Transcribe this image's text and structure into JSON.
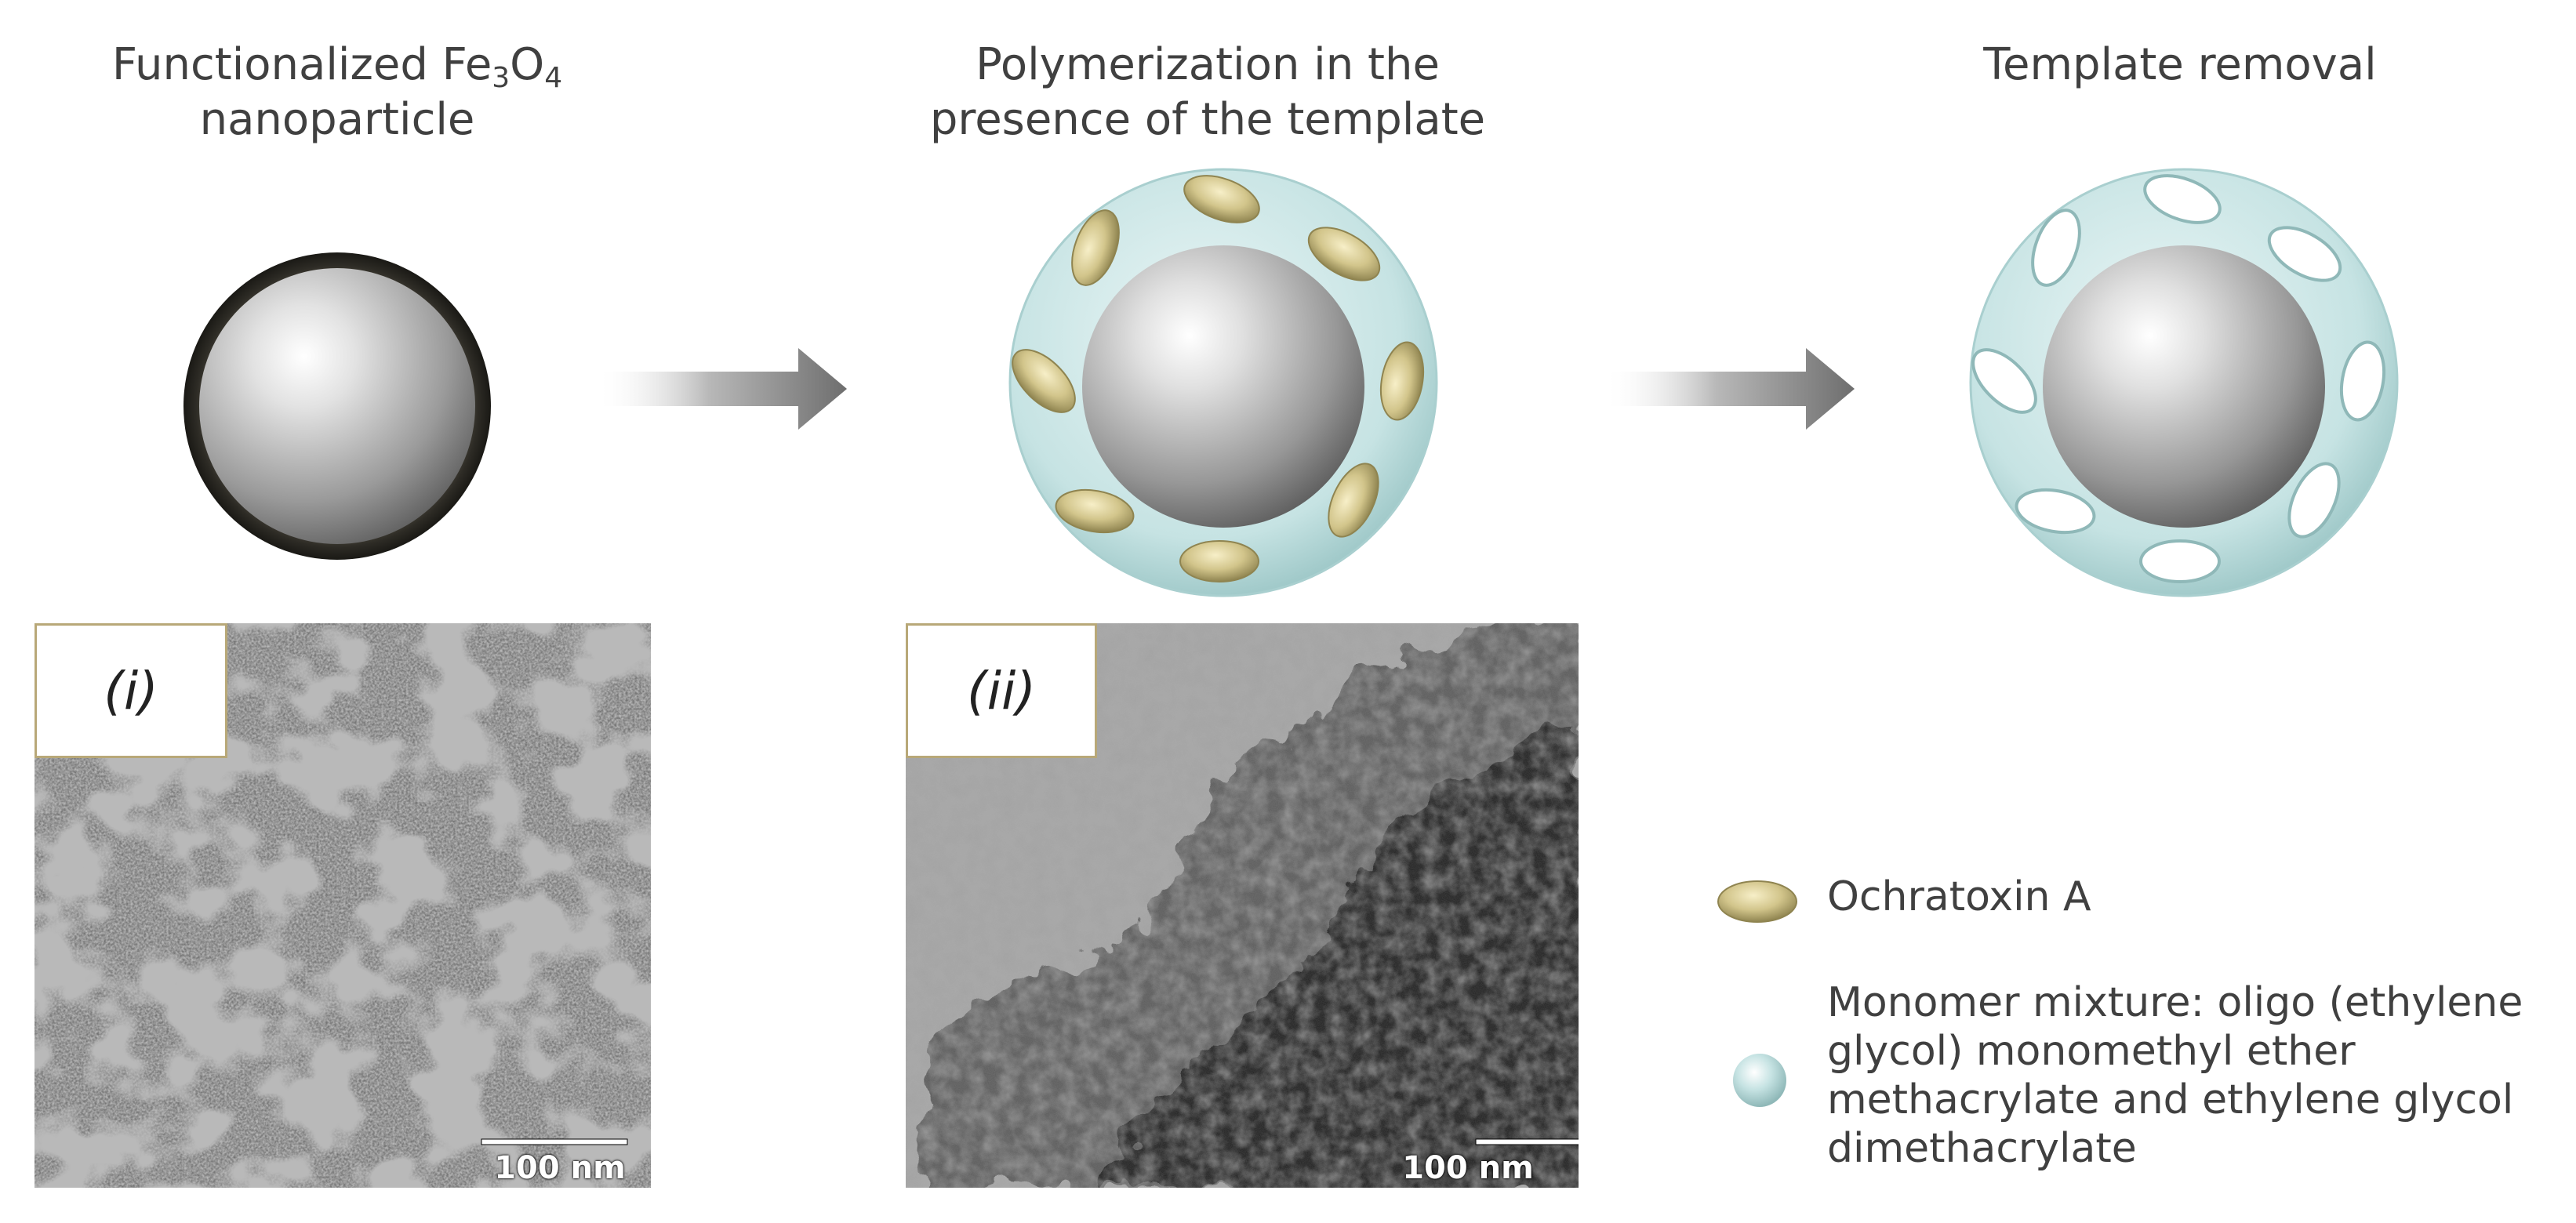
{
  "steps": {
    "step1": {
      "title_main": "Functionalized Fe",
      "sub1": "3",
      "o": "O",
      "sub2": "4",
      "title_line2": "nanoparticle"
    },
    "step2": {
      "title_line1": "Polymerization in the",
      "title_line2": "presence of the template"
    },
    "step3": {
      "title": "Template removal"
    }
  },
  "tem_images": [
    {
      "label": "(i)",
      "scale_bar": "100 nm"
    },
    {
      "label": "(ii)",
      "scale_bar": "100 nm"
    }
  ],
  "legend": {
    "item1": "Ochratoxin A",
    "item2_lines": [
      "Monomer mixture: oligo (ethylene",
      "glycol) monomethyl ether",
      "methacrylate and ethylene glycol",
      "dimethacrylate"
    ]
  },
  "colors": {
    "shell": "#c6e3e3",
    "toxin": "#d2c58b",
    "arrow": "#7a7a7a",
    "label_border": "#b8a878"
  }
}
